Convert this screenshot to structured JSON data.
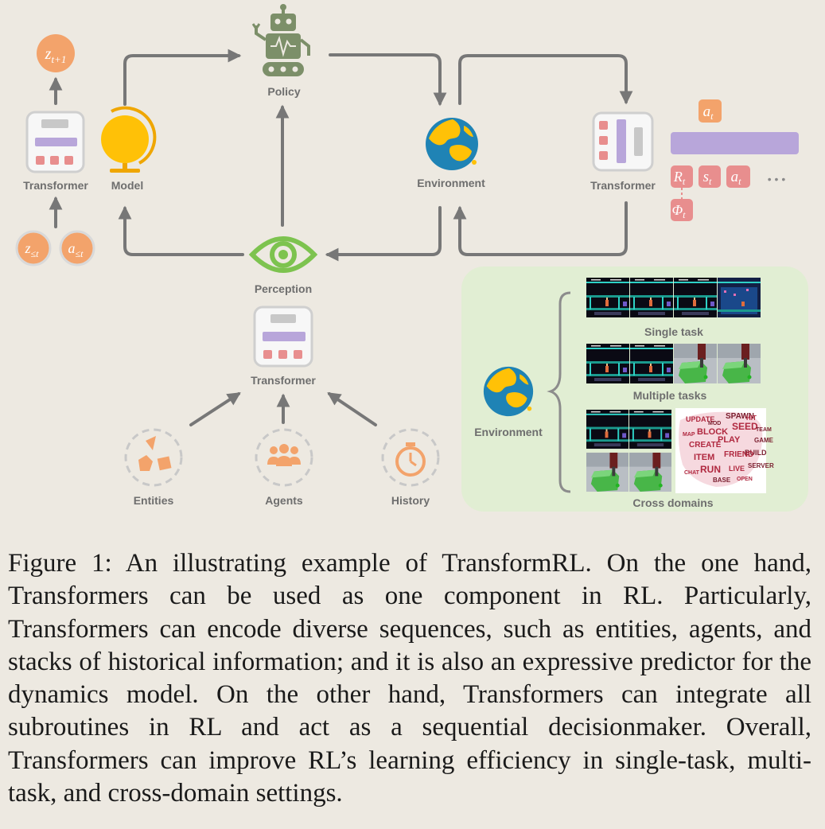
{
  "nodes": {
    "policy": "Policy",
    "model": "Model",
    "transformer_left": "Transformer",
    "environment_top": "Environment",
    "transformer_right": "Transformer",
    "perception": "Perception",
    "transformer_bottom": "Transformer",
    "entities": "Entities",
    "agents": "Agents",
    "history": "History"
  },
  "math": {
    "z_next": "z",
    "z_next_sub": "t+1",
    "z_past": "z",
    "z_past_sub": "≤t",
    "a_past": "a",
    "a_past_sub": "≤t",
    "a_t": "a",
    "a_t_sub": "t",
    "R_t": "R",
    "R_t_sub": "t",
    "s_t": "s",
    "s_t_sub": "t",
    "a_t2": "a",
    "a_t2_sub": "t",
    "phi_t": "Φ",
    "phi_t_sub": "t",
    "ellipsis": "• • •"
  },
  "panel": {
    "environment": "Environment",
    "single_task": "Single task",
    "multiple_tasks": "Multiple tasks",
    "cross_domains": "Cross domains",
    "wordcloud": [
      "UPDATE",
      "SPAWN",
      "BLOCK",
      "SEED",
      "GAME",
      "CREATE",
      "PLAY",
      "BUILD",
      "ITEM",
      "FRIEND",
      "SERVER",
      "RUN",
      "LIVE",
      "BASE",
      "MAP",
      "HIT",
      "MOD",
      "OPEN",
      "CHAT",
      "TEAM"
    ]
  },
  "caption": "Figure 1: An illustrating example of TransformRL. On the one hand, Transformers can be used as one component in RL. Particularly, Transformers can encode diverse sequences, such as entities, agents, and stacks of historical information; and it is also an expressive pre­dictor for the dynamics model. On the other hand, Transformers can integrate all subroutines in RL and act as a sequential decision­maker. Overall, Transformers can improve RL’s learning efficiency in single-task, multi-task, and cross-domain settings.",
  "colors": {
    "arrow": "#777777",
    "orange": "#F3A36B",
    "pink": "#E88E8E",
    "purple": "#B8A6DA",
    "green": "#7DC34F",
    "panel": "#E1EED3",
    "robot": "#7C8F69",
    "globe": "#FFC107",
    "ocean": "#1F83B5"
  }
}
